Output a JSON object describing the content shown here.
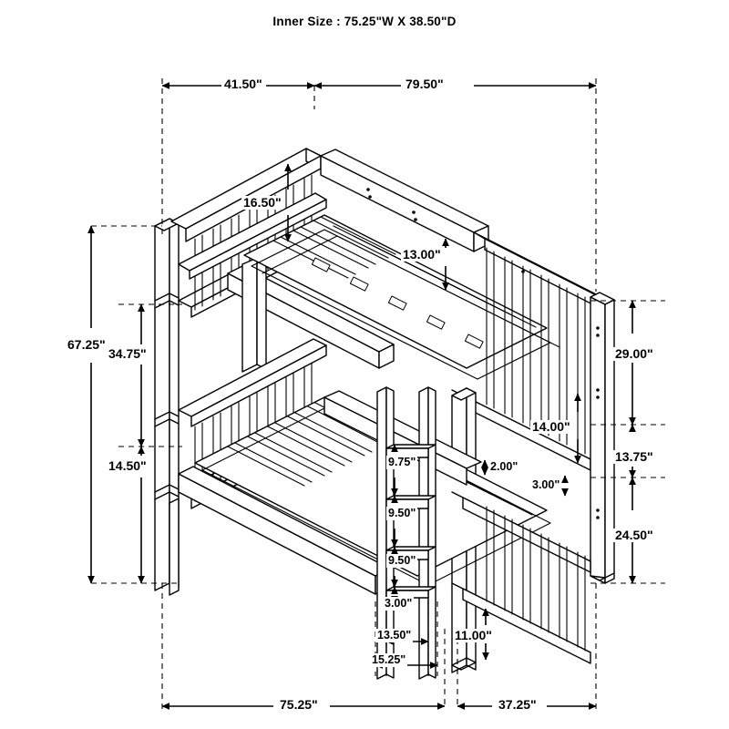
{
  "title": "Inner Size : 75.25\"W X  38.50\"D",
  "product": "bunk-bed-dimension-drawing",
  "colors": {
    "line": "#000000",
    "background": "#ffffff"
  },
  "dimensions": {
    "top": [
      {
        "name": "top-left-span",
        "label": "41.50\""
      },
      {
        "name": "top-right-span",
        "label": "79.50\""
      }
    ],
    "left": [
      {
        "name": "overall-height",
        "label": "67.25\""
      },
      {
        "name": "lower-to-upper-height",
        "label": "34.75\""
      },
      {
        "name": "lower-deck-height",
        "label": "14.50\""
      }
    ],
    "right": [
      {
        "name": "upper-guardrail-height",
        "label": "29.00\""
      },
      {
        "name": "mid-gap-height",
        "label": "13.75\""
      },
      {
        "name": "lower-guardrail-height",
        "label": "24.50\""
      }
    ],
    "center": [
      {
        "name": "headboard-rail-height",
        "label": "16.50\""
      },
      {
        "name": "upper-guard-clearance",
        "label": "13.00\""
      },
      {
        "name": "footboard-rail-height",
        "label": "14.00\""
      },
      {
        "name": "slat-thickness",
        "label": "2.00\""
      },
      {
        "name": "rail-thickness",
        "label": "3.00\""
      }
    ],
    "ladder": [
      {
        "name": "ladder-rung-gap-1",
        "label": "9.75\""
      },
      {
        "name": "ladder-rung-gap-2",
        "label": "9.50\""
      },
      {
        "name": "ladder-rung-gap-3",
        "label": "9.50\""
      },
      {
        "name": "ladder-bottom-rung",
        "label": "3.00\""
      }
    ],
    "bottom": [
      {
        "name": "ladder-inner-width",
        "label": "13.50\""
      },
      {
        "name": "ladder-outer-width",
        "label": "15.25\""
      },
      {
        "name": "leg-clearance-height",
        "label": "11.00\""
      },
      {
        "name": "bed-length",
        "label": "75.25\""
      },
      {
        "name": "bed-depth",
        "label": "37.25\""
      }
    ]
  }
}
